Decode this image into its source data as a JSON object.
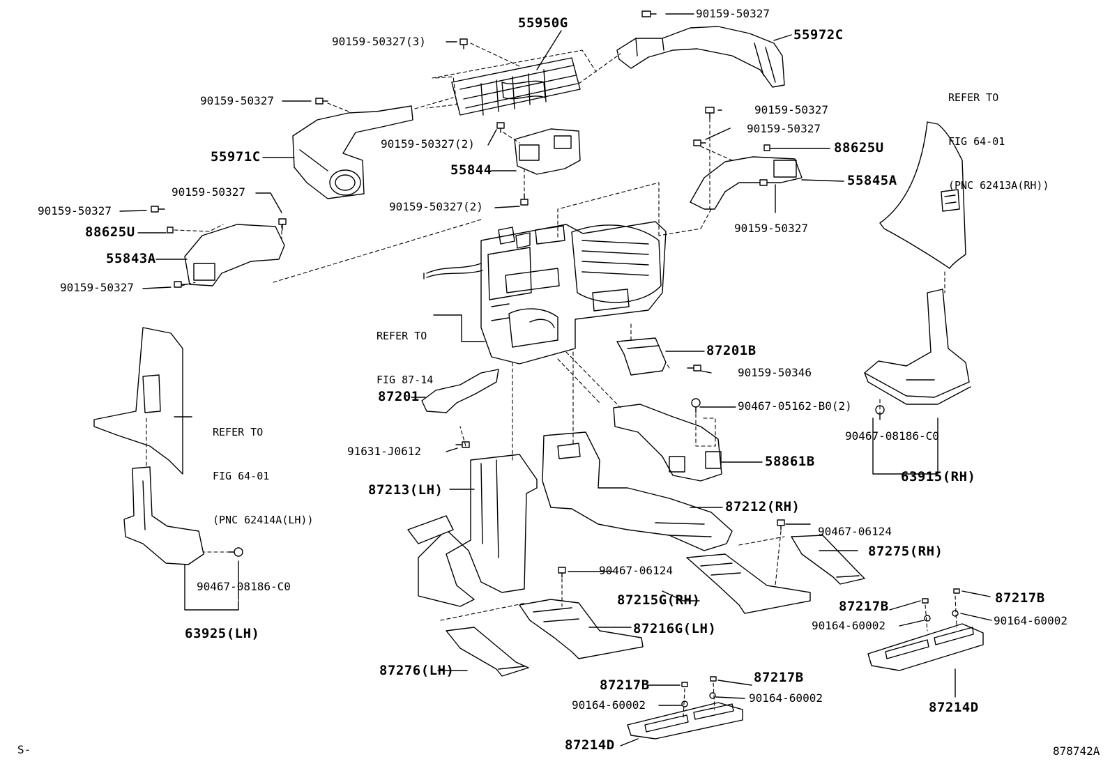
{
  "diagram": {
    "figure_code": "878742A",
    "corner_mark": "S-",
    "references": [
      {
        "id": "ref-rh",
        "lines": [
          "REFER TO",
          "FIG 64-01",
          "(PNC 62413A(RH))"
        ]
      },
      {
        "id": "ref-center",
        "lines": [
          "REFER TO",
          "FIG 87-14"
        ]
      },
      {
        "id": "ref-lh",
        "lines": [
          "REFER TO",
          "FIG 64-01",
          "(PNC 62414A(LH))"
        ]
      }
    ],
    "parts": [
      {
        "id": "p55950G",
        "label": "55950G"
      },
      {
        "id": "p55972C",
        "label": "55972C"
      },
      {
        "id": "p55971C",
        "label": "55971C"
      },
      {
        "id": "p55844",
        "label": "55844"
      },
      {
        "id": "p88625U_r",
        "label": "88625U"
      },
      {
        "id": "p55845A",
        "label": "55845A"
      },
      {
        "id": "p88625U_l",
        "label": "88625U"
      },
      {
        "id": "p55843A",
        "label": "55843A"
      },
      {
        "id": "p87201B",
        "label": "87201B"
      },
      {
        "id": "p87201",
        "label": "87201"
      },
      {
        "id": "p58861B",
        "label": "58861B"
      },
      {
        "id": "p63915",
        "label": "63915(RH)"
      },
      {
        "id": "p87213",
        "label": "87213(LH)"
      },
      {
        "id": "p87212",
        "label": "87212(RH)"
      },
      {
        "id": "p87275",
        "label": "87275(RH)"
      },
      {
        "id": "p87215G",
        "label": "87215G(RH)"
      },
      {
        "id": "p63925",
        "label": "63925(LH)"
      },
      {
        "id": "p87217B_a",
        "label": "87217B"
      },
      {
        "id": "p87217B_b",
        "label": "87217B"
      },
      {
        "id": "p87216G",
        "label": "87216G(LH)"
      },
      {
        "id": "p87276",
        "label": "87276(LH)"
      },
      {
        "id": "p87214D_r",
        "label": "87214D"
      },
      {
        "id": "p87217B_c",
        "label": "87217B"
      },
      {
        "id": "p87217B_d",
        "label": "87217B"
      },
      {
        "id": "p87214D_c",
        "label": "87214D"
      }
    ],
    "fasteners": [
      {
        "id": "f1",
        "label": "90159-50327"
      },
      {
        "id": "f2",
        "label": "90159-50327(3)"
      },
      {
        "id": "f3",
        "label": "90159-50327"
      },
      {
        "id": "f4",
        "label": "90159-50327(2)"
      },
      {
        "id": "f5",
        "label": "90159-50327"
      },
      {
        "id": "f6",
        "label": "90159-50327"
      },
      {
        "id": "f7",
        "label": "90159-50327"
      },
      {
        "id": "f8",
        "label": "90159-50327"
      },
      {
        "id": "f9",
        "label": "90159-50327(2)"
      },
      {
        "id": "f10",
        "label": "90159-50327"
      },
      {
        "id": "f11",
        "label": "90159-50327"
      },
      {
        "id": "f12",
        "label": "90159-50346"
      },
      {
        "id": "f13",
        "label": "90467-05162-B0(2)"
      },
      {
        "id": "f14",
        "label": "91631-J0612"
      },
      {
        "id": "f15",
        "label": "90467-08186-C0"
      },
      {
        "id": "f16",
        "label": "90467-06124"
      },
      {
        "id": "f17",
        "label": "90467-06124"
      },
      {
        "id": "f18",
        "label": "90467-08186-C0"
      },
      {
        "id": "f19",
        "label": "90164-60002"
      },
      {
        "id": "f20",
        "label": "90164-60002"
      },
      {
        "id": "f21",
        "label": "90164-60002"
      },
      {
        "id": "f22",
        "label": "90164-60002"
      }
    ]
  }
}
